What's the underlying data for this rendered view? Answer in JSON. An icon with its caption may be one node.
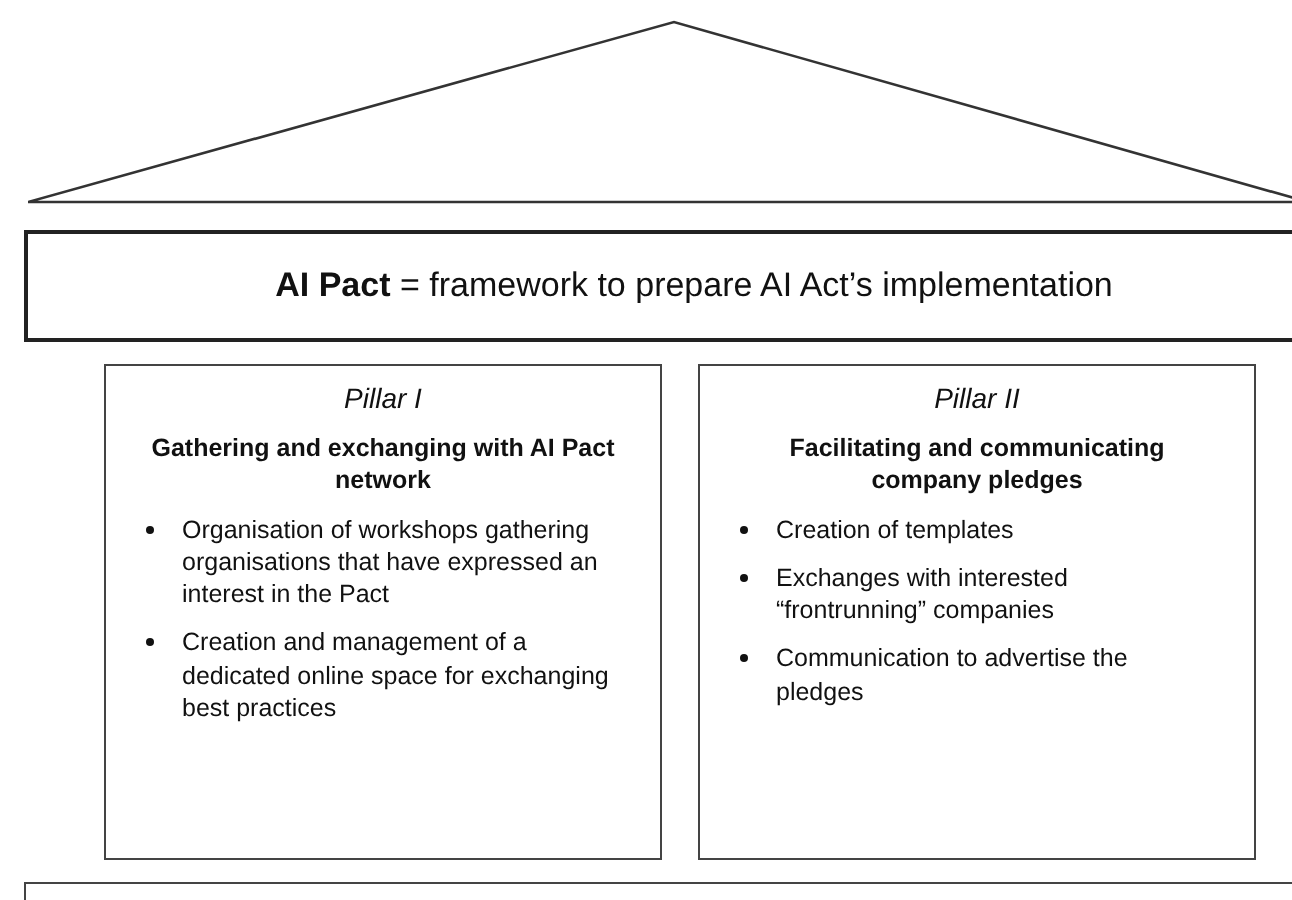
{
  "diagram": {
    "nodes": [
      {
        "text": [],
        "shape": "triangle"
      },
      {
        "text": [
          "**AI Pact** = framework to prepare AI Act’s implementation"
        ]
      },
      {
        "text": [
          "Pillar I",
          "Gathering and exchanging with AI Pact network",
          "Organisation of workshops gathering organisations that have expressed an interest in the Pact",
          "Creation and management of a dedicated online space for exchanging best practices"
        ]
      },
      {
        "text": [
          "Pillar II",
          "Facilitating and communicating company pledges",
          "Creation of templates",
          "Exchanges with interested “frontrunning” companies",
          "Communication to advertise the pledges"
        ]
      },
      {
        "text": [],
        "shape": "box"
      }
    ]
  }
}
